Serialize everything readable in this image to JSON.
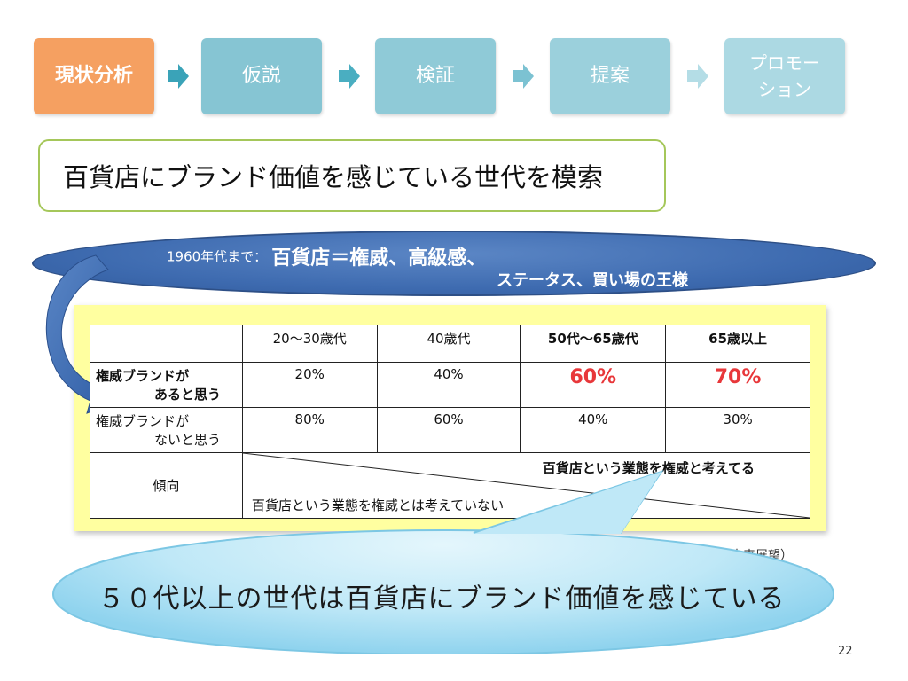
{
  "steps": [
    {
      "label": "現状分析",
      "active": true
    },
    {
      "label": "仮説"
    },
    {
      "label": "検証"
    },
    {
      "label": "提案"
    },
    {
      "label_line1": "プロモー",
      "label_line2": "ション"
    }
  ],
  "headline": "百貨店にブランド価値を感じている世代を模索",
  "banner": {
    "prefix": "1960年代まで：",
    "main": "百貨店＝権威、高級感、",
    "line2": "ステータス、買い場の王様"
  },
  "table": {
    "headers": [
      "",
      "20〜30歳代",
      "40歳代",
      "50代〜65歳代",
      "65歳以上"
    ],
    "rows": [
      {
        "label_line1": "権威ブランドが",
        "label_line2": "あると思う",
        "values": [
          "20%",
          "40%",
          "60%",
          "70%"
        ]
      },
      {
        "label_line1": "権威ブランドが",
        "label_line2": "ないと思う",
        "values": [
          "80%",
          "60%",
          "40%",
          "30%"
        ]
      }
    ],
    "trend": {
      "label": "傾向",
      "upper": "百貨店という業態を権威と考えてる",
      "lower": "百貨店という業態を権威とは考えていない"
    }
  },
  "source_fragment": "課題と未来展望）",
  "conclusion": "５０代以上の世代は百貨店にブランド価値を感じている",
  "page_number": "22",
  "colors": {
    "active_step": "#f5a061",
    "step": "#86c5d3",
    "banner": "#3e6bb0",
    "highlight": "#e8373a",
    "table_bg": "#ffffa0",
    "bubble": "#bfe8f7"
  }
}
